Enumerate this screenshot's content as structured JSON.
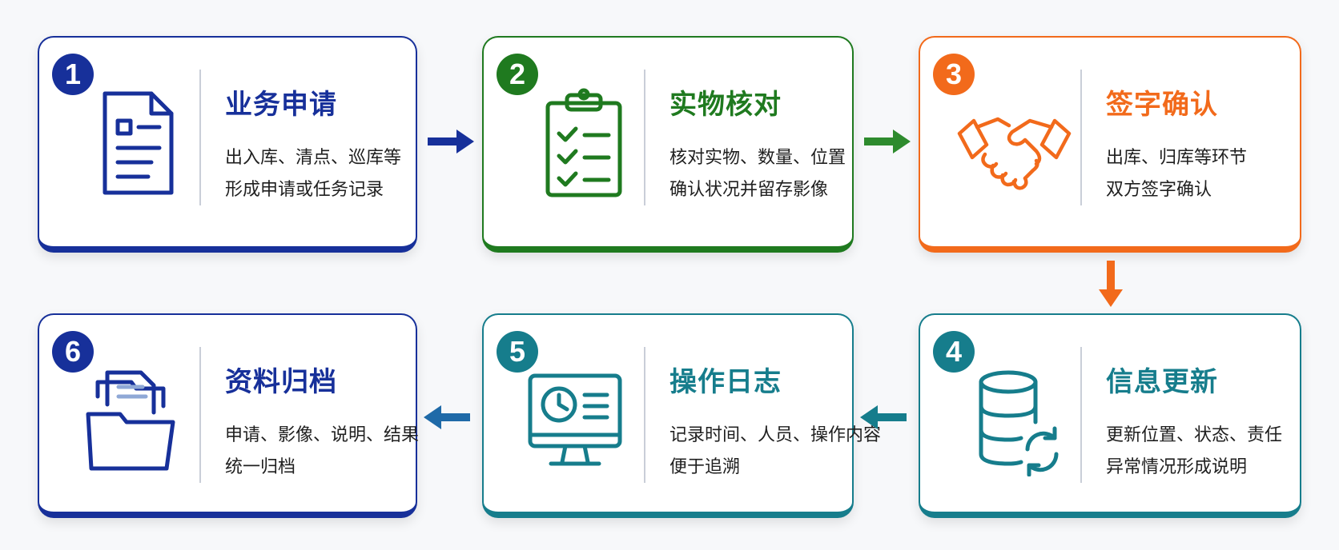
{
  "steps": [
    {
      "number": "1",
      "title": "业务申请",
      "line1": "出入库、清点、巡库等",
      "line2": "形成申请或任务记录",
      "color": "#17309a",
      "icon": "document-icon"
    },
    {
      "number": "2",
      "title": "实物核对",
      "line1": "核对实物、数量、位置",
      "line2": "确认状况并留存影像",
      "color": "#1f7a1f",
      "icon": "clipboard-check-icon"
    },
    {
      "number": "3",
      "title": "签字确认",
      "line1": "出库、归库等环节",
      "line2": "双方签字确认",
      "color": "#f26a1b",
      "icon": "handshake-icon"
    },
    {
      "number": "4",
      "title": "信息更新",
      "line1": "更新位置、状态、责任",
      "line2": "异常情况形成说明",
      "color": "#167d8c",
      "icon": "database-sync-icon"
    },
    {
      "number": "5",
      "title": "操作日志",
      "line1": "记录时间、人员、操作内容",
      "line2": "便于追溯",
      "color": "#167d8c",
      "icon": "monitor-clock-icon"
    },
    {
      "number": "6",
      "title": "资料归档",
      "line1": "申请、影像、说明、结果",
      "line2": "统一归档",
      "color": "#17309a",
      "icon": "folder-documents-icon"
    }
  ]
}
